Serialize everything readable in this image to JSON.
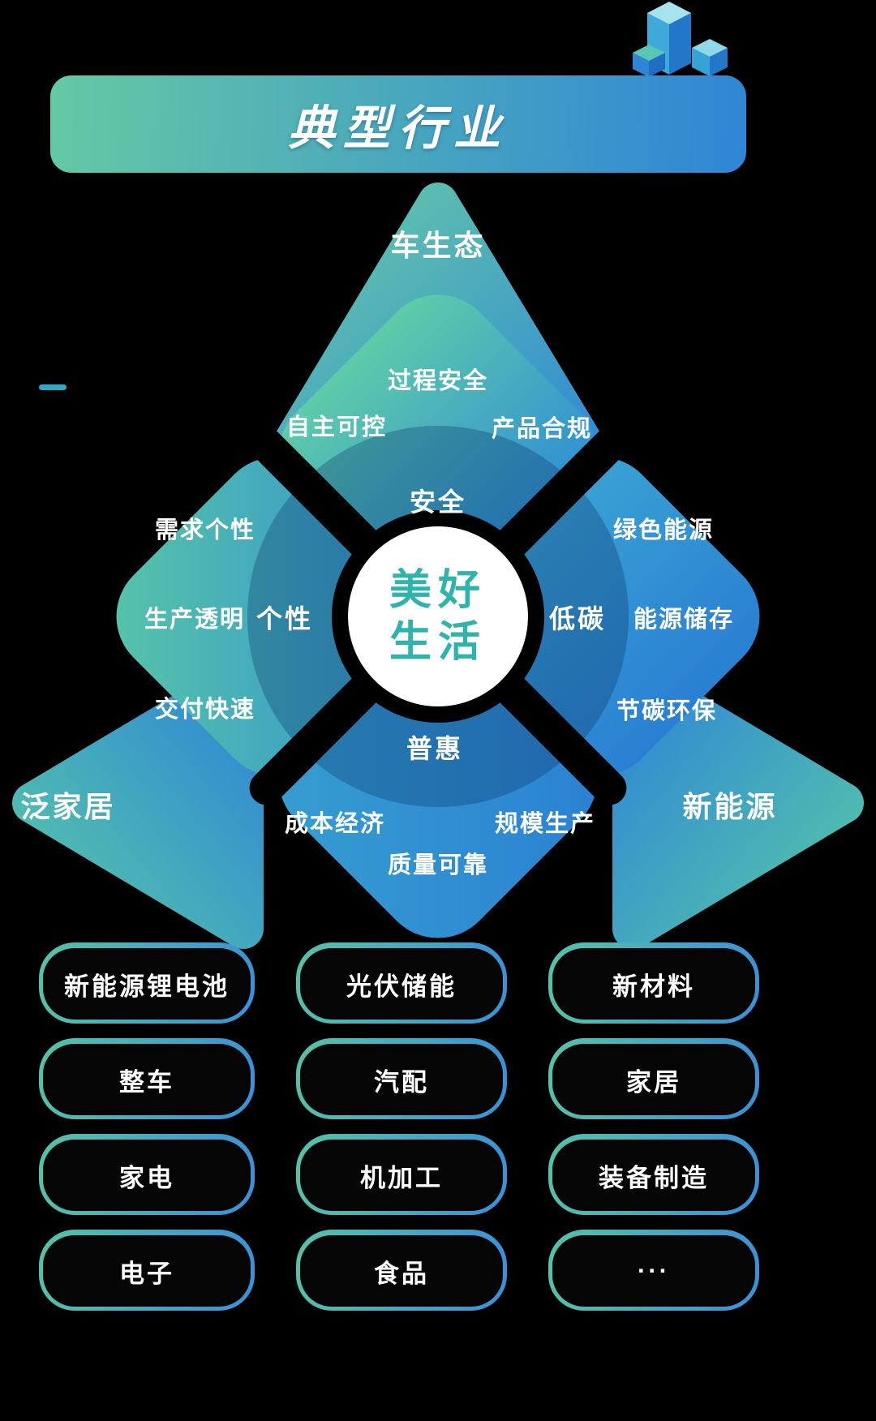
{
  "header": {
    "title": "典型行业"
  },
  "diagram": {
    "center": {
      "line1": "美好",
      "line2": "生活"
    },
    "axis_labels": {
      "top": "安全",
      "left": "个性",
      "right": "低碳",
      "bottom": "普惠"
    },
    "sectors": {
      "top": "车生态",
      "left": "泛家居",
      "right": "新能源"
    },
    "petal_items": {
      "top": [
        "过程安全",
        "自主可控",
        "产品合规"
      ],
      "left": [
        "需求个性",
        "生产透明",
        "交付快速"
      ],
      "right": [
        "绿色能源",
        "能源储存",
        "节碳环保"
      ],
      "bottom": [
        "成本经济",
        "规模生产",
        "质量可靠"
      ]
    }
  },
  "industries": [
    "新能源锂电池",
    "光伏储能",
    "新材料",
    "整车",
    "汽配",
    "家居",
    "家电",
    "机加工",
    "装备制造",
    "电子",
    "食品",
    "···"
  ],
  "colors": {
    "background": "#000000",
    "banner_green": "#64C9A4",
    "banner_blue": "#2F86D6",
    "petal_green": "#5BC7A6",
    "petal_blue": "#2E8CD6",
    "center_text": "#2FB3AA",
    "pill_border_green": "#56C3A7",
    "pill_border_blue": "#3A8FD8",
    "accent_dash": "#2FA9C8"
  }
}
